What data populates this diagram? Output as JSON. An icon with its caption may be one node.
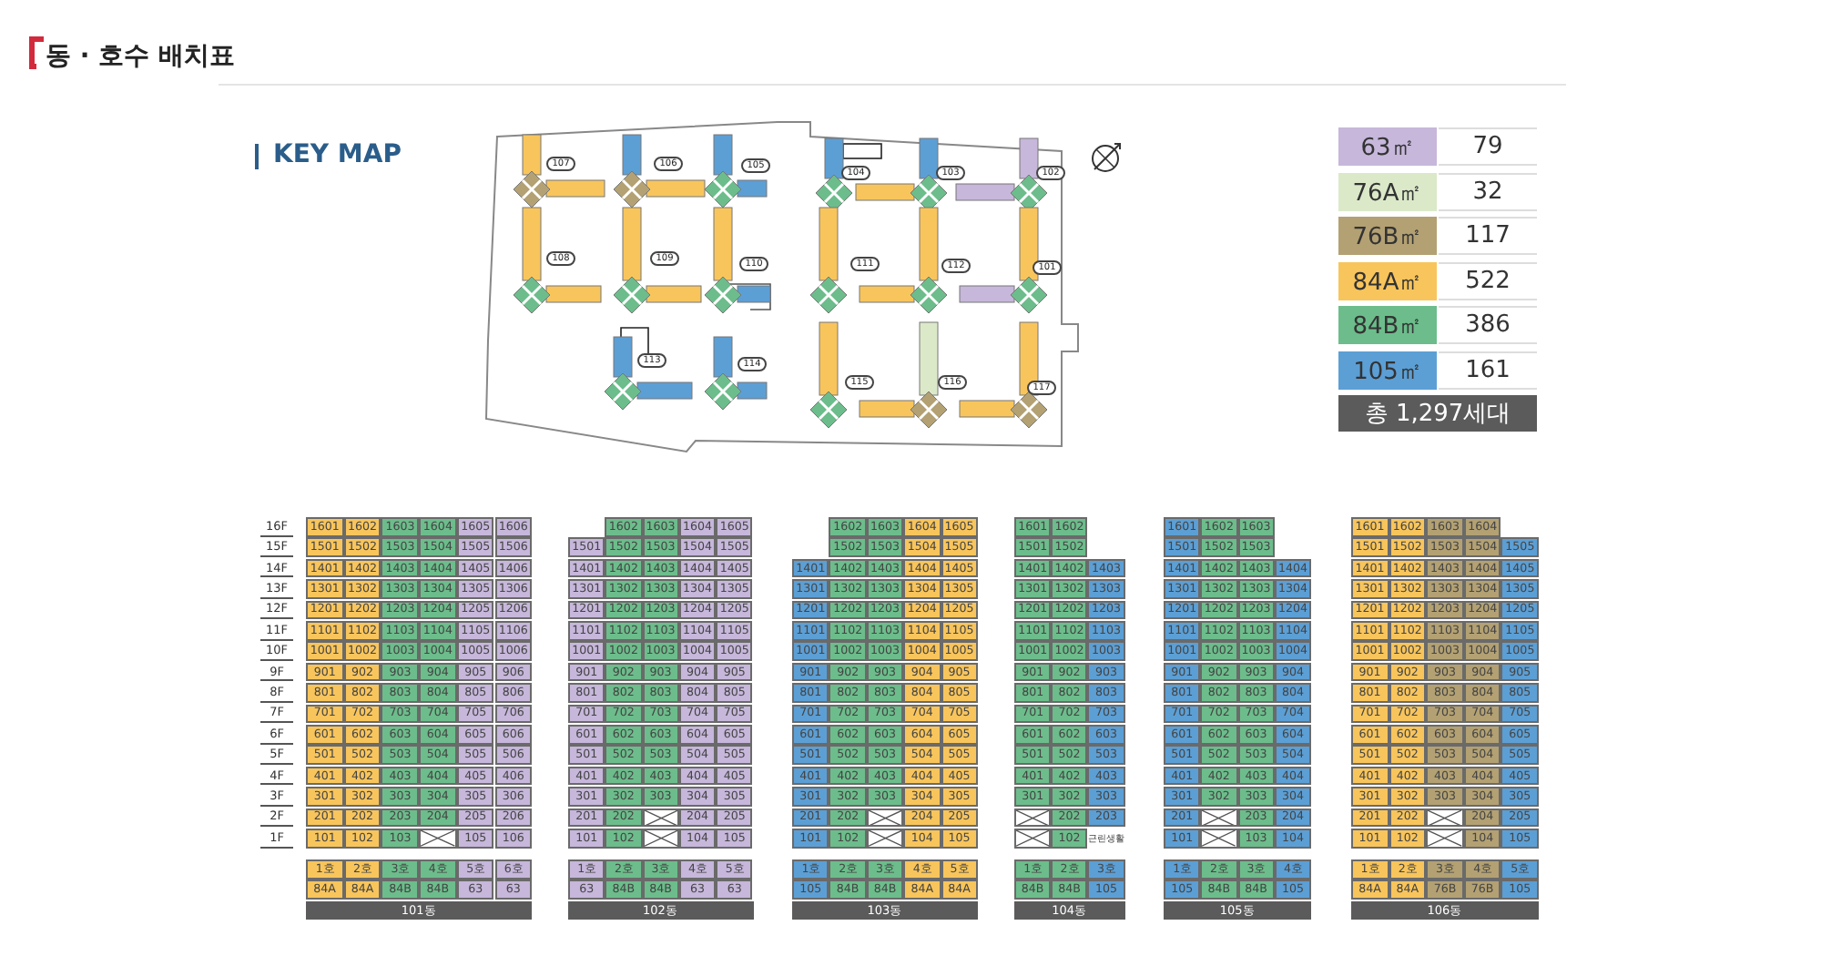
{
  "diagram": {
    "title": "동 · 호수 배치표",
    "labels": [
      "KEY MAP",
      "107",
      "106",
      "105",
      "104",
      "103",
      "102",
      "108",
      "109",
      "110",
      "111",
      "112",
      "101",
      "113",
      "114",
      "115",
      "116",
      "117",
      "79",
      "32",
      "117",
      "522",
      "386",
      "161",
      "총 1,297세대",
      "16F",
      "15F",
      "14F",
      "13F",
      "12F",
      "11F",
      "10F",
      "9F",
      "8F",
      "7F",
      "6F",
      "5F",
      "4F",
      "3F",
      "2F",
      "1F",
      "1601",
      "1602",
      "1603",
      "1604",
      "1605",
      "1606",
      "1501",
      "1502",
      "1503",
      "1504",
      "1505",
      "1506",
      "1401",
      "1402",
      "1403",
      "1404",
      "1405",
      "1406",
      "1301",
      "1302",
      "1303",
      "1304",
      "1305",
      "1306",
      "1201",
      "1202",
      "1203",
      "1204",
      "1205",
      "1206",
      "1101",
      "1102",
      "1103",
      "1104",
      "1105",
      "1106",
      "1001",
      "1002",
      "1003",
      "1004",
      "1005",
      "1006",
      "901",
      "902",
      "903",
      "904",
      "905",
      "906",
      "801",
      "802",
      "803",
      "804",
      "805",
      "806",
      "701",
      "702",
      "703",
      "704",
      "705",
      "706",
      "601",
      "602",
      "603",
      "604",
      "605",
      "606",
      "501",
      "502",
      "503",
      "504",
      "505",
      "506",
      "401",
      "402",
      "403",
      "404",
      "405",
      "406",
      "301",
      "302",
      "303",
      "304",
      "305",
      "306",
      "201",
      "202",
      "203",
      "204",
      "205",
      "206",
      "101",
      "102",
      "103",
      "105",
      "106",
      "1호",
      "2호",
      "3호",
      "4호",
      "5호",
      "6호",
      "84A",
      "84A",
      "84B",
      "84B",
      "63",
      "63",
      "101동",
      "1602",
      "1603",
      "1604",
      "1605",
      "1501",
      "1502",
      "1503",
      "1504",
      "1505",
      "1401",
      "1402",
      "1403",
      "1404",
      "1405",
      "1301",
      "1302",
      "1303",
      "1304",
      "1305",
      "1201",
      "1202",
      "1203",
      "1204",
      "1205",
      "1101",
      "1102",
      "1103",
      "1104",
      "1105",
      "1001",
      "1002",
      "1003",
      "1004",
      "1005",
      "901",
      "902",
      "903",
      "904",
      "905",
      "801",
      "802",
      "803",
      "804",
      "805",
      "701",
      "702",
      "703",
      "704",
      "705",
      "601",
      "602",
      "603",
      "604",
      "605",
      "501",
      "502",
      "503",
      "504",
      "505",
      "401",
      "402",
      "403",
      "404",
      "405",
      "301",
      "302",
      "303",
      "304",
      "305",
      "201",
      "202",
      "204",
      "205",
      "101",
      "102",
      "104",
      "105",
      "1호",
      "2호",
      "3호",
      "4호",
      "5호",
      "63",
      "84B",
      "84B",
      "63",
      "63",
      "102동",
      "1602",
      "1603",
      "1604",
      "1605",
      "1502",
      "1503",
      "1504",
      "1505",
      "1401",
      "1402",
      "1403",
      "1404",
      "1405",
      "1301",
      "1302",
      "1303",
      "1304",
      "1305",
      "1201",
      "1202",
      "1203",
      "1204",
      "1205",
      "1101",
      "1102",
      "1103",
      "1104",
      "1105",
      "1001",
      "1002",
      "1003",
      "1004",
      "1005",
      "901",
      "902",
      "903",
      "904",
      "905",
      "801",
      "802",
      "803",
      "804",
      "805",
      "701",
      "702",
      "703",
      "704",
      "705",
      "601",
      "602",
      "603",
      "604",
      "605",
      "501",
      "502",
      "503",
      "504",
      "505",
      "401",
      "402",
      "403",
      "404",
      "405",
      "301",
      "302",
      "303",
      "304",
      "305",
      "201",
      "202",
      "204",
      "205",
      "101",
      "102",
      "104",
      "105",
      "1호",
      "2호",
      "3호",
      "4호",
      "5호",
      "105",
      "84B",
      "84B",
      "84A",
      "84A",
      "103동",
      "1601",
      "1602",
      "1501",
      "1502",
      "1401",
      "1402",
      "1403",
      "1301",
      "1302",
      "1303",
      "1201",
      "1202",
      "1203",
      "1101",
      "1102",
      "1103",
      "1001",
      "1002",
      "1003",
      "901",
      "902",
      "903",
      "801",
      "802",
      "803",
      "701",
      "702",
      "703",
      "601",
      "602",
      "603",
      "501",
      "502",
      "503",
      "401",
      "402",
      "403",
      "301",
      "302",
      "303",
      "202",
      "203",
      "102",
      "근린생활",
      "1호",
      "2호",
      "3호",
      "84B",
      "84B",
      "105",
      "104동",
      "1601",
      "1602",
      "1603",
      "1501",
      "1502",
      "1503",
      "1401",
      "1402",
      "1403",
      "1404",
      "1301",
      "1302",
      "1303",
      "1304",
      "1201",
      "1202",
      "1203",
      "1204",
      "1101",
      "1102",
      "1103",
      "1104",
      "1001",
      "1002",
      "1003",
      "1004",
      "901",
      "902",
      "903",
      "904",
      "801",
      "802",
      "803",
      "804",
      "701",
      "702",
      "703",
      "704",
      "601",
      "602",
      "603",
      "604",
      "501",
      "502",
      "503",
      "504",
      "401",
      "402",
      "403",
      "404",
      "301",
      "302",
      "303",
      "304",
      "201",
      "203",
      "204",
      "101",
      "103",
      "104",
      "1호",
      "2호",
      "3호",
      "4호",
      "105",
      "84B",
      "84B",
      "105",
      "105동",
      "1601",
      "1602",
      "1603",
      "1604",
      "1501",
      "1502",
      "1503",
      "1504",
      "1505",
      "1401",
      "1402",
      "1403",
      "1404",
      "1405",
      "1301",
      "1302",
      "1303",
      "1304",
      "1305",
      "1201",
      "1202",
      "1203",
      "1204",
      "1205",
      "1101",
      "1102",
      "1103",
      "1104",
      "1105",
      "1001",
      "1002",
      "1003",
      "1004",
      "1005",
      "901",
      "902",
      "903",
      "904",
      "905",
      "801",
      "802",
      "803",
      "804",
      "805",
      "701",
      "702",
      "703",
      "704",
      "705",
      "601",
      "602",
      "603",
      "604",
      "605",
      "501",
      "502",
      "503",
      "504",
      "505",
      "401",
      "402",
      "403",
      "404",
      "405",
      "301",
      "302",
      "303",
      "304",
      "305",
      "201",
      "202",
      "204",
      "205",
      "101",
      "102",
      "104",
      "105",
      "1호",
      "2호",
      "3호",
      "4호",
      "5호",
      "84A",
      "84A",
      "76B",
      "76B",
      "105",
      "106동"
    ],
    "legend": [
      {
        "text": "63㎡",
        "color": "#c6b7db"
      },
      {
        "text": "76A㎡",
        "color": "#dbe9c9"
      },
      {
        "text": "76B㎡",
        "color": "#b3a173"
      },
      {
        "text": "84A㎡",
        "color": "#f8c55c"
      },
      {
        "text": "84B㎡",
        "color": "#6cbd8b"
      },
      {
        "text": "105㎡",
        "color": "#5c9fd5"
      }
    ]
  }
}
